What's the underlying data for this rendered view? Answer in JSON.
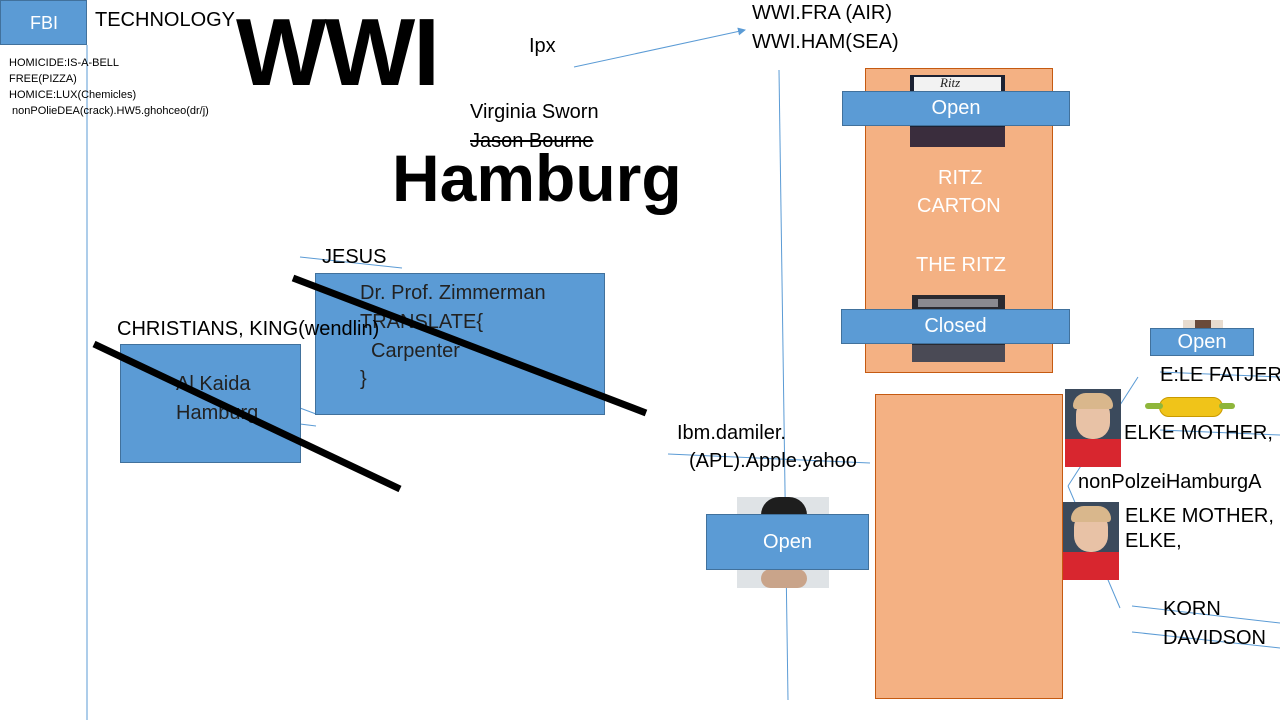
{
  "header": {
    "fbi_label": "FBI",
    "technology": "TECHNOLOGY",
    "big_title": "WWI",
    "city_title": "Hamburg",
    "ipx": "Ipx"
  },
  "left_notes": [
    "HOMICIDE:IS-A-BELL",
    "FREE(PIZZA)",
    "HOMICE:LUX(Chemicles)",
    "nonPOlieDEA(crack).HW5.ghohceo(dr/j)"
  ],
  "top_right": {
    "line1": "WWI.FRA (AIR)",
    "line2": "WWI.HAM(SEA)"
  },
  "names": {
    "virginia": "Virginia Sworn",
    "jason": "Jason Bourne"
  },
  "middle": {
    "jesus": "JESUS",
    "christians": "CHRISTIANS, KING(wendlin)",
    "zimmerman": "Dr. Prof. Zimmerman",
    "translate": "TRANSLATE{",
    "carpenter": "Carpenter",
    "brace": "}",
    "alkaida_line1": "Al Kaida",
    "alkaida_line2": "Hamburg",
    "ibm_line1": "Ibm.damiler.",
    "ibm_line2": "(APL).Apple.yahoo"
  },
  "ritz_panel": {
    "logo_text": "Ritz",
    "open_label": "Open",
    "ritz_line1": "RITZ",
    "ritz_line2": "CARTON",
    "the_ritz": "THE RITZ",
    "closed_label": "Closed"
  },
  "person_panel": {
    "open_label": "Open"
  },
  "right_panel": {
    "open_label": "Open",
    "le_fatjer": "E:LE FATJER",
    "elke_mother": "ELKE MOTHER,",
    "nonpolzei": "nonPolzeiHamburgA",
    "elke_mother2": "ELKE MOTHER,",
    "elke": "ELKE,",
    "korn": "KORN",
    "davidson": "DAVIDSON"
  },
  "colors": {
    "blue_box": "#5b9bd5",
    "orange_box": "#f4b183",
    "thin_line": "#5b9bd5",
    "strike_line": "#000000"
  }
}
